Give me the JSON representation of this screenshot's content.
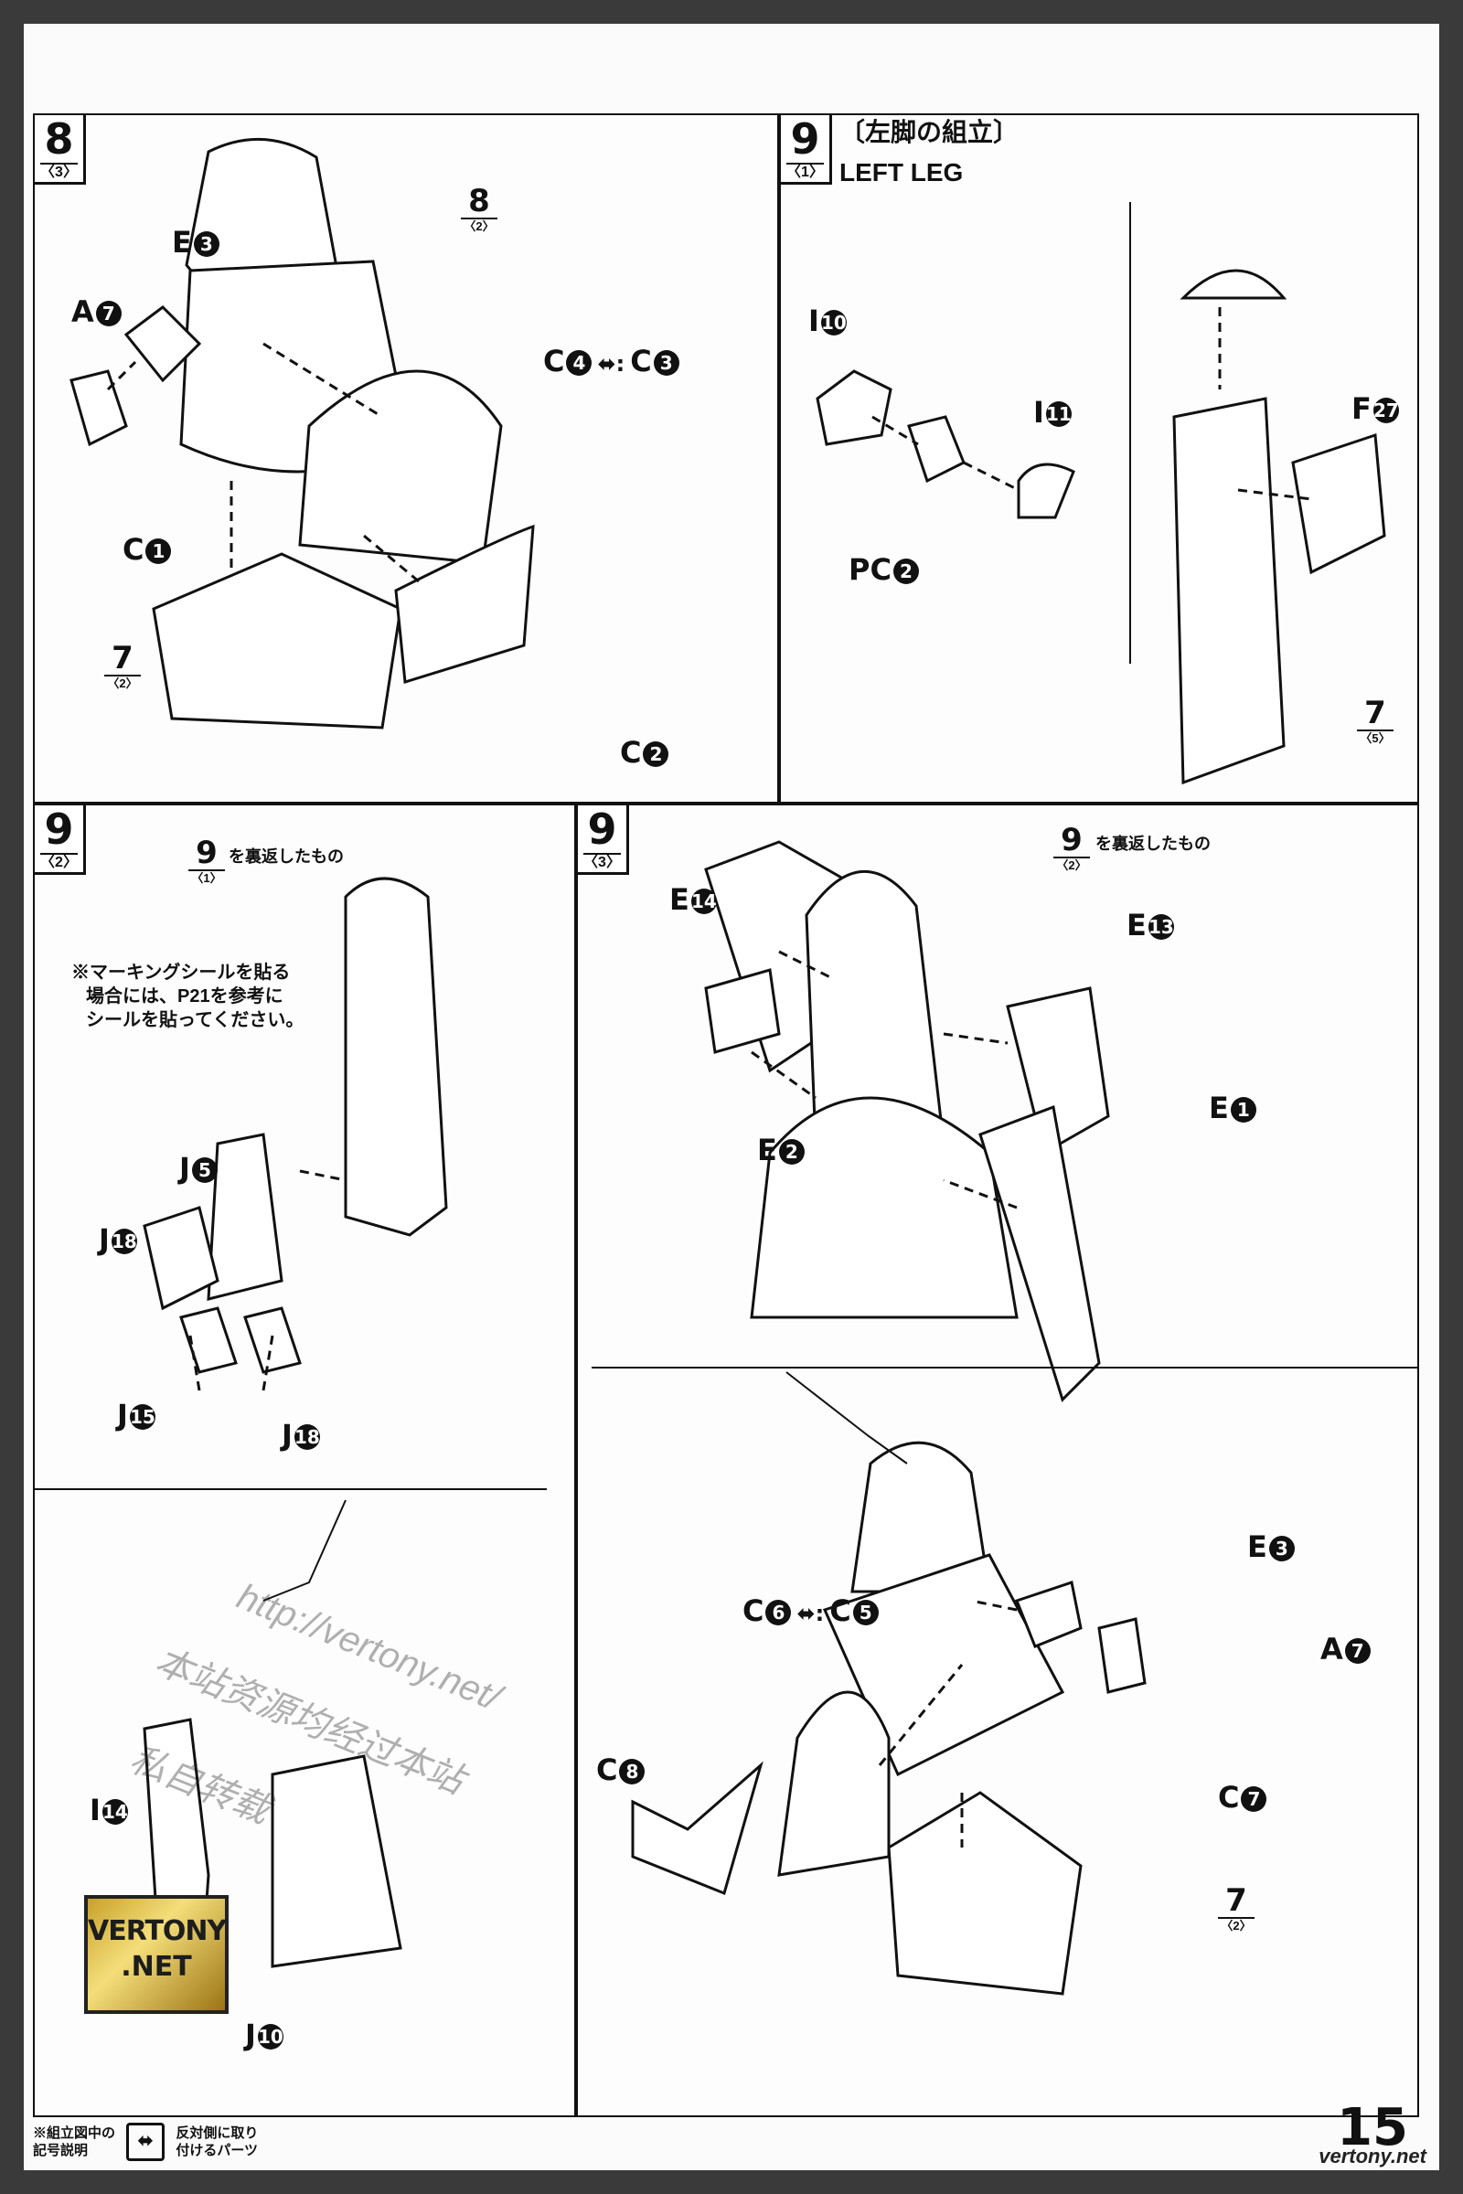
{
  "step8": {
    "num": "8",
    "sub": "〈3〉"
  },
  "step9_1": {
    "num": "9",
    "sub": "〈1〉",
    "title_jp": "〔左脚の組立〕",
    "title_en": "LEFT LEG"
  },
  "step9_2": {
    "num": "9",
    "sub": "〈2〉",
    "ref_num": "9",
    "ref_sub": "〈1〉",
    "ref_caption": "を裏返したもの",
    "note": [
      "※マーキングシールを貼る",
      "場合には、P21を参考に",
      "シールを貼ってください。"
    ]
  },
  "step9_3": {
    "num": "9",
    "sub": "〈3〉",
    "ref_num": "9",
    "ref_sub": "〈2〉",
    "ref_caption": "を裏返したもの"
  },
  "refs": {
    "r8_2": {
      "n": "8",
      "s": "〈2〉"
    },
    "r7_2a": {
      "n": "7",
      "s": "〈2〉"
    },
    "r7_5": {
      "n": "7",
      "s": "〈5〉"
    },
    "r7_2b": {
      "n": "7",
      "s": "〈2〉"
    }
  },
  "labels": {
    "p8": [
      "E3",
      "A7",
      "C1",
      "C4",
      "C3",
      "C2"
    ],
    "p91": [
      "I10",
      "I11",
      "PC2",
      "F27"
    ],
    "p92": [
      "J5",
      "J18",
      "J15",
      "J18"
    ],
    "p93": [
      "E14",
      "E13",
      "E2",
      "E1",
      "E3",
      "A7",
      "C6",
      "C5",
      "C8",
      "C7"
    ],
    "p92b": [
      "I14",
      "J10"
    ]
  },
  "label_text": {
    "E3": "E",
    "A7": "A",
    "C1": "C",
    "C4": "C",
    "C3": "C",
    "C2": "C",
    "I10": "I",
    "I11": "I",
    "PC2": "PC",
    "F27": "F",
    "J5": "J",
    "J18": "J",
    "J15": "J",
    "E14": "E",
    "E13": "E",
    "E2": "E",
    "E1": "E",
    "C6": "C",
    "C5": "C",
    "C8": "C",
    "C7": "C",
    "I14": "I",
    "J10": "J"
  },
  "circ": {
    "E3": "3",
    "A7": "7",
    "C1": "1",
    "C4": "4",
    "C3": "3",
    "C2": "2",
    "I10": "10",
    "I11": "11",
    "PC2": "2",
    "F27": "27",
    "J5": "5",
    "J18": "18",
    "J15": "15",
    "E14": "14",
    "E13": "13",
    "E2": "2",
    "E1": "1",
    "C6": "6",
    "C5": "5",
    "C8": "8",
    "C7": "7",
    "I14": "14",
    "J10": "10"
  },
  "footer": {
    "legend_title": [
      "※組立図中の",
      "記号説明"
    ],
    "legend_desc": [
      "反対側に取り",
      "付けるパーツ"
    ]
  },
  "page_number": "15",
  "site": "vertony.net",
  "logo": {
    "line1": "VERTONY",
    ".line2": "",
    "line2": ".NET"
  },
  "watermark": [
    "http://vertony.net/",
    "本站资源均经过本站",
    "私自转载"
  ]
}
